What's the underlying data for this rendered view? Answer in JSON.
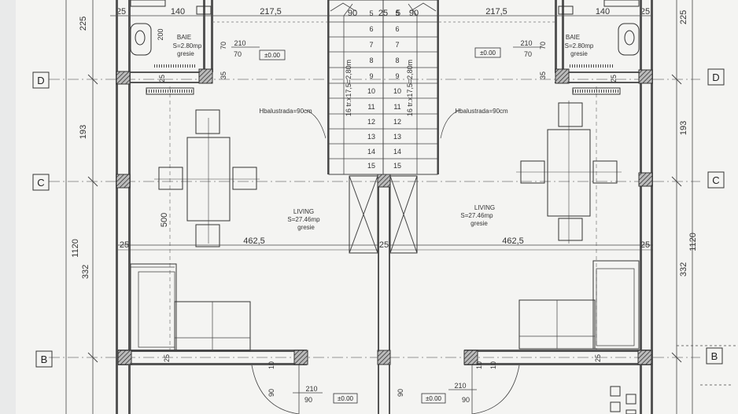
{
  "grid_axes": {
    "d": "D",
    "c": "C",
    "b": "B"
  },
  "dims": {
    "top_left_25": "25",
    "top_left_140": "140",
    "top_left_2175": "217,5",
    "top_mid_90a": "90",
    "top_mid_25": "25",
    "top_mid_5": "5",
    "top_mid_90b": "90",
    "top_right_2175": "217,5",
    "top_right_140": "140",
    "top_right_25": "25",
    "left_225": "225",
    "left_193": "193",
    "left_1120": "1120",
    "left_332": "332",
    "right_225": "225",
    "right_193": "193",
    "right_1120": "1120",
    "right_332": "332",
    "baie_left_200": "200",
    "baie_left_70": "70",
    "baie_left_35": "35",
    "baie_left_25": "25",
    "baie_right_70": "70",
    "baie_right_35": "35",
    "baie_right_25": "25",
    "living_left_500": "500",
    "living_left_4625": "462,5",
    "living_left_25": "25",
    "living_mid_25": "25",
    "living_right_4625": "462,5",
    "living_right_25": "25",
    "bottom_left_25": "25",
    "bottom_left_10": "10",
    "bottom_left_90": "90",
    "bottom_mid_10": "10",
    "bottom_mid_90": "90",
    "bottom_right_25": "25",
    "bottom_right_10": "10"
  },
  "stairs": {
    "left_steps": [
      "5",
      "6",
      "7",
      "8",
      "9",
      "10",
      "11",
      "12",
      "13",
      "14",
      "15"
    ],
    "right_steps": [
      "5",
      "6",
      "7",
      "8",
      "9",
      "10",
      "11",
      "12",
      "13",
      "14",
      "15"
    ],
    "left_caption": "16 tr.x17,5=2,80m",
    "right_caption": "16 tr.x17,5=2,80m"
  },
  "rooms": {
    "baie_left": {
      "name": "BAIE",
      "area": "S=2.80mp",
      "floor": "gresie"
    },
    "baie_right": {
      "name": "BAIE",
      "area": "S=2.80mp",
      "floor": "gresie"
    },
    "living_left": {
      "name": "LIVING",
      "area": "S=27.46mp",
      "floor": "gresie"
    },
    "living_right": {
      "name": "LIVING",
      "area": "S=27.46mp",
      "floor": "gresie"
    }
  },
  "notes": {
    "balustrade_left": "Hbalustrada=90cm",
    "balustrade_right": "Hbalustrada=90cm"
  },
  "openings": {
    "win_left_top": "210",
    "win_left_bottom": "70",
    "win_right_top": "210",
    "win_right_bottom": "70",
    "door_left_top": "210",
    "door_left_bottom": "90",
    "door_right_top": "210",
    "door_right_bottom": "90"
  },
  "levels": {
    "left_top": "±0.00",
    "right_top": "±0.00",
    "bottom_left": "±0.00",
    "bottom_right": "±0.00"
  }
}
